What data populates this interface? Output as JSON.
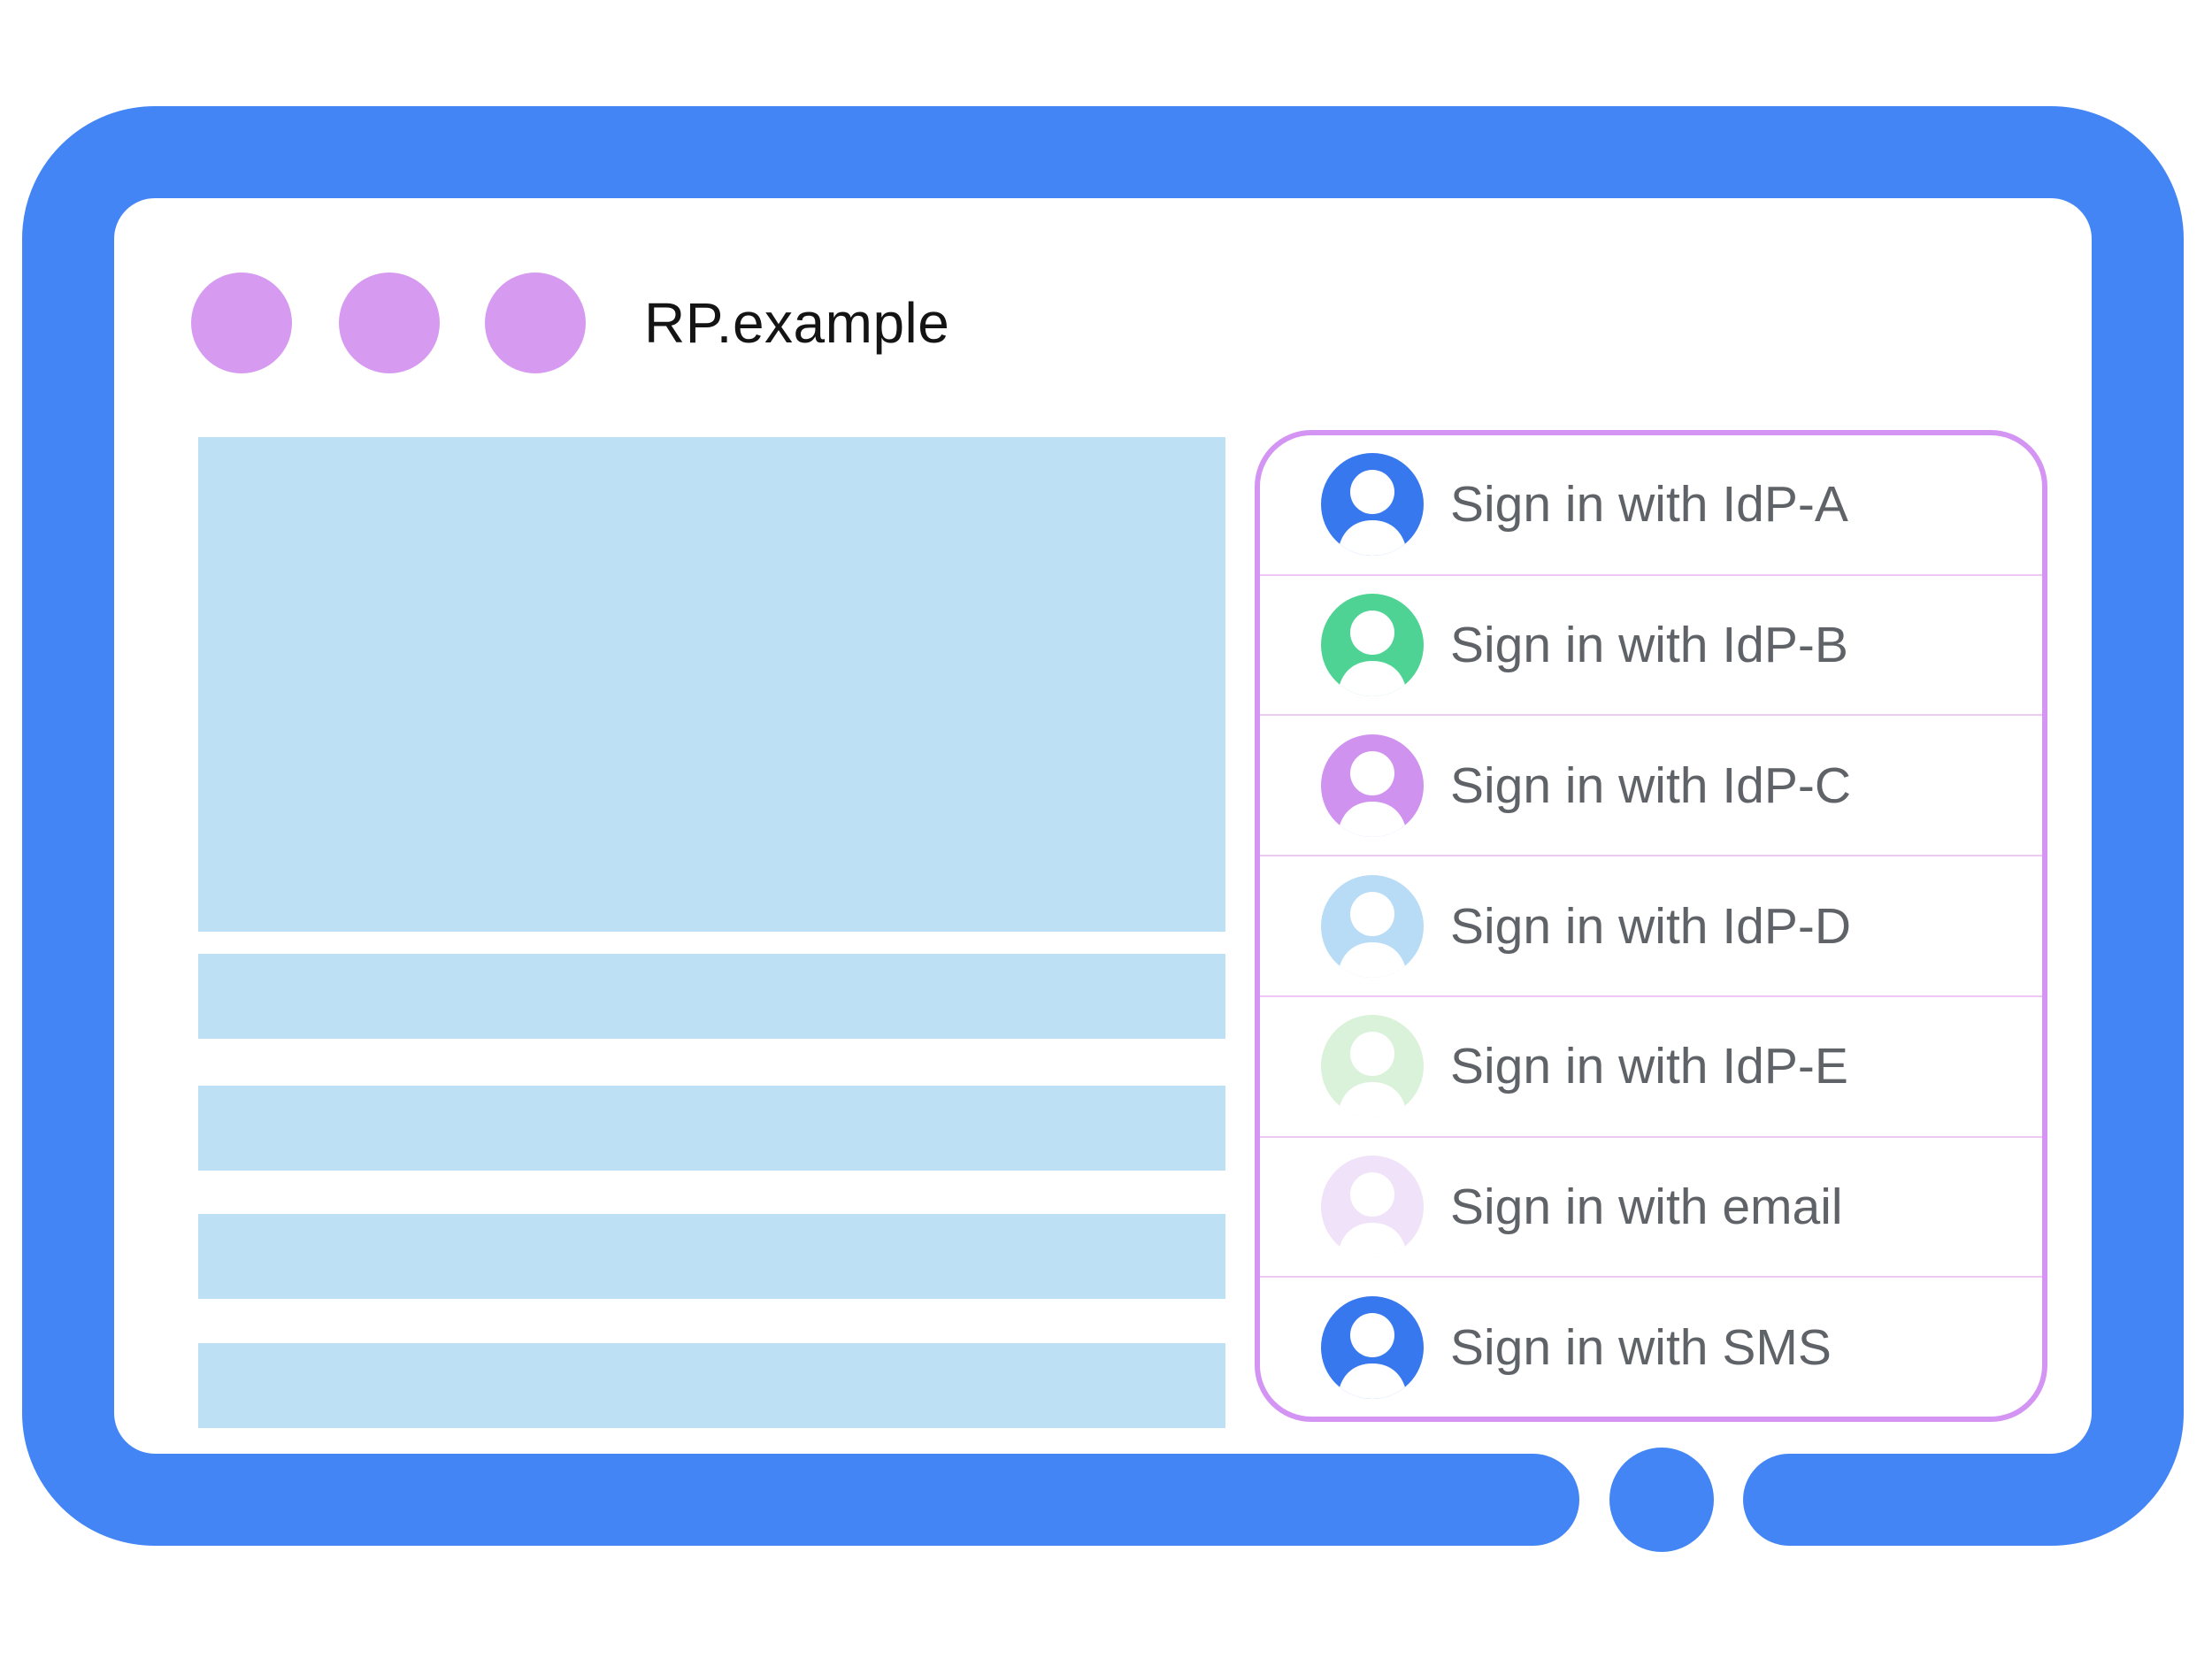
{
  "window": {
    "title": "RP.example",
    "traffic_dot_count": 3
  },
  "content": {
    "hero_placeholder": "hero-image-placeholder",
    "text_line_placeholders": 4
  },
  "signin_panel": {
    "options": [
      {
        "id": "idp-a",
        "label": "Sign in with IdP-A",
        "avatar_color": "#3878ee"
      },
      {
        "id": "idp-b",
        "label": "Sign in with IdP-B",
        "avatar_color": "#4ed394"
      },
      {
        "id": "idp-c",
        "label": "Sign in with IdP-C",
        "avatar_color": "#d092ef"
      },
      {
        "id": "idp-d",
        "label": "Sign in with IdP-D",
        "avatar_color": "#b8dcf5"
      },
      {
        "id": "idp-e",
        "label": "Sign in with IdP-E",
        "avatar_color": "#d9f2d9"
      },
      {
        "id": "email",
        "label": "Sign in with email",
        "avatar_color": "#f0e2f8"
      },
      {
        "id": "sms",
        "label": "Sign in with SMS",
        "avatar_color": "#3878ee"
      }
    ]
  },
  "colors": {
    "frame_blue": "#4385f5",
    "traffic_dot": "#d69af0",
    "panel_border": "#d394f3",
    "divider_pink": "#eec9f4",
    "placeholder_blue": "#bde0f5",
    "label_gray": "#5f6368",
    "title_black": "#141414",
    "page_bg": "#ffffff"
  }
}
